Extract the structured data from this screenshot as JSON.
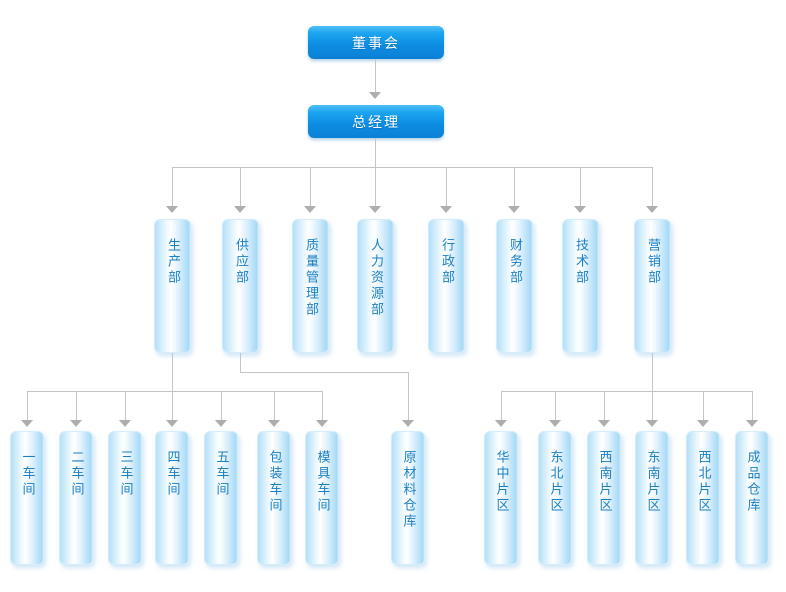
{
  "colors": {
    "executive_node_blue": "#0d8ce2",
    "department_node_fill": "#b5e0f8",
    "department_text_blue": "#1a80c4",
    "connector_gray": "#c4c4c4",
    "arrowhead_gray": "#aeaeae",
    "executive_text": "#ffffff"
  },
  "org": {
    "board": {
      "label": "董事会"
    },
    "general_manager": {
      "label": "总经理"
    },
    "departments": [
      {
        "label": "生产部"
      },
      {
        "label": "供应部"
      },
      {
        "label": "质量管理部"
      },
      {
        "label": "人力资源部"
      },
      {
        "label": "行政部"
      },
      {
        "label": "财务部"
      },
      {
        "label": "技术部"
      },
      {
        "label": "营销部"
      }
    ],
    "production_units": [
      {
        "label": "一车间"
      },
      {
        "label": "二车间"
      },
      {
        "label": "三车间"
      },
      {
        "label": "四车间"
      },
      {
        "label": "五车间"
      },
      {
        "label": "包装车间"
      },
      {
        "label": "模具车间"
      }
    ],
    "supply_units": [
      {
        "label": "原材料仓库"
      }
    ],
    "marketing_units": [
      {
        "label": "华中片区"
      },
      {
        "label": "东北片区"
      },
      {
        "label": "西南片区"
      },
      {
        "label": "东南片区"
      },
      {
        "label": "西北片区"
      },
      {
        "label": "成品仓库"
      }
    ]
  }
}
